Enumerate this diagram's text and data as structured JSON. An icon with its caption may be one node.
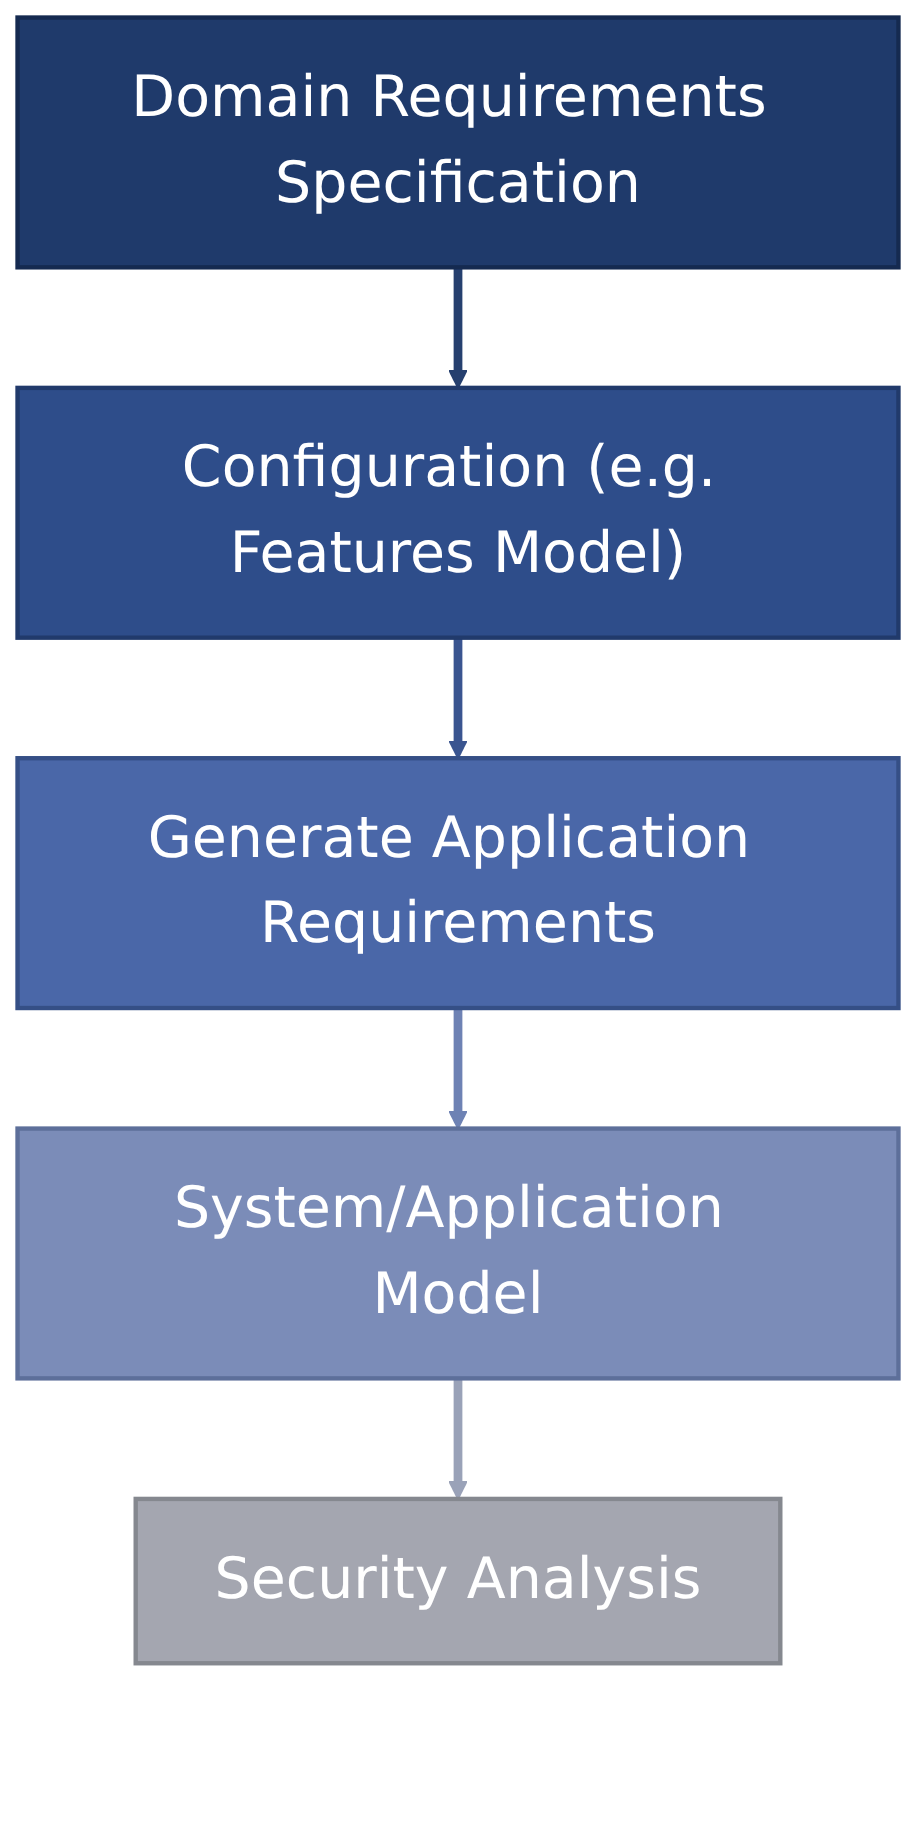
{
  "diagram": {
    "nodes": [
      {
        "text": [
          "Domain Requirements Specification"
        ]
      },
      {
        "text": [
          "Configuration (e.g. Features Model)"
        ]
      },
      {
        "text": [
          "Generate Application Requirements"
        ]
      },
      {
        "text": [
          "System/Application Model"
        ]
      },
      {
        "text": [
          "Security Analysis"
        ]
      }
    ],
    "edges": [
      {
        "from": 0,
        "to": 1,
        "arrow": "to",
        "color": "#26406f"
      },
      {
        "from": 1,
        "to": 2,
        "arrow": "to",
        "color": "#3a5590"
      },
      {
        "from": 2,
        "to": 3,
        "arrow": "to",
        "color": "#6e82b4"
      },
      {
        "from": 3,
        "to": 4,
        "arrow": "to",
        "color": "#9aa2b8"
      }
    ]
  }
}
